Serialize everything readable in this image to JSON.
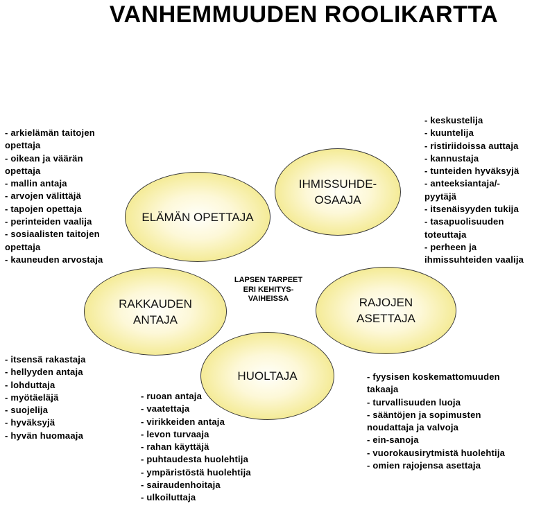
{
  "title": "VANHEMMUUDEN ROOLIKARTTA",
  "center_label": "LAPSEN TARPEET\nERI KEHITYS-\nVAIHEISSA",
  "roles": {
    "opettaja": "ELÄMÄN OPETTAJA",
    "ihmissuhde": "IHMISSUHDE-\nOSAAJA",
    "rakkauden": "RAKKAUDEN\nANTAJA",
    "rajojen": "RAJOJEN\nASETTAJA",
    "huoltaja": "HUOLTAJA"
  },
  "lists": {
    "opettaja": [
      "- arkielämän taitojen\nopettaja",
      "- oikean ja väärän\nopettaja",
      "- mallin antaja",
      "- arvojen välittäjä",
      "- tapojen opettaja",
      "- perinteiden vaalija",
      "- sosiaalisten taitojen\nopettaja",
      "- kauneuden arvostaja"
    ],
    "ihmissuhde": [
      "- keskustelija",
      "- kuuntelija",
      "- ristiriidoissa auttaja",
      "- kannustaja",
      "- tunteiden hyväksyjä",
      "- anteeksiantaja/-\npyytäjä",
      "- itsenäisyyden tukija",
      "- tasapuolisuuden\ntoteuttaja",
      "- perheen ja\nihmissuhteiden vaalija"
    ],
    "rakkauden": [
      "- itsensä rakastaja",
      "- hellyyden antaja",
      "- lohduttaja",
      "- myötäeläjä",
      "- suojelija",
      "- hyväksyjä",
      "- hyvän huomaaja"
    ],
    "huoltaja": [
      "- ruoan antaja",
      "- vaatettaja",
      "- virikkeiden antaja",
      "- levon turvaaja",
      "- rahan käyttäjä",
      "- puhtaudesta huolehtija",
      "- ympäristöstä huolehtija",
      "- sairaudenhoitaja",
      "- ulkoiluttaja"
    ],
    "rajojen": [
      "- fyysisen koskemattomuuden\ntakaaja",
      "- turvallisuuden luoja",
      "- sääntöjen ja sopimusten\nnoudattaja ja valvoja",
      "- ein-sanoja",
      "- vuorokausirytmistä huolehtija",
      "- omien rajojensa asettaja"
    ]
  }
}
